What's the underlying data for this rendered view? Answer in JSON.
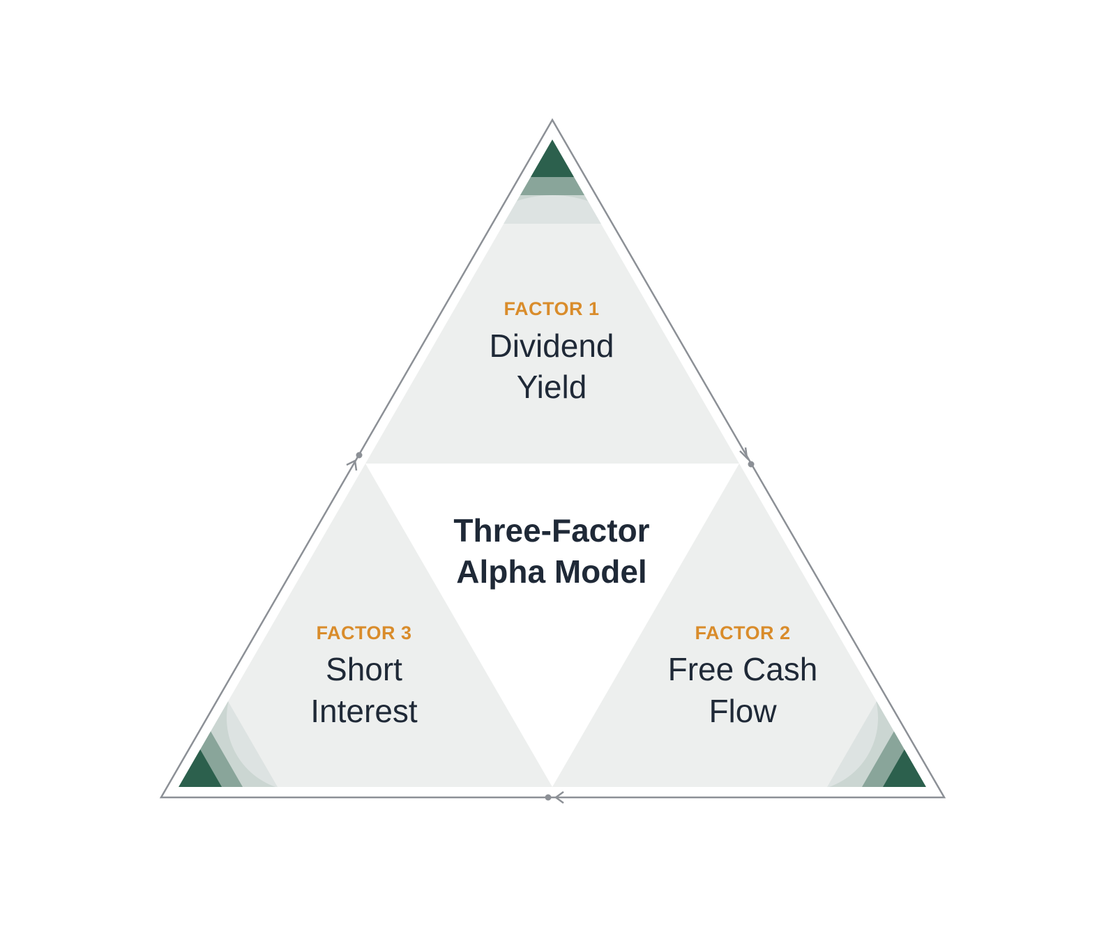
{
  "colors": {
    "accent_orange": "#D98C2B",
    "text_dark": "#1F2937",
    "panel_gray": "#EDEFEE",
    "outline_gray": "#8C9096",
    "forest_green": "#0E4A33"
  },
  "center": {
    "line1": "Three-Factor",
    "line2": "Alpha Model"
  },
  "factors": [
    {
      "label": "FACTOR 1",
      "name_line1": "Dividend",
      "name_line2": "Yield"
    },
    {
      "label": "FACTOR 2",
      "name_line1": "Free Cash",
      "name_line2": "Flow"
    },
    {
      "label": "FACTOR 3",
      "name_line1": "Short",
      "name_line2": "Interest"
    }
  ],
  "cycle_direction": "clockwise"
}
